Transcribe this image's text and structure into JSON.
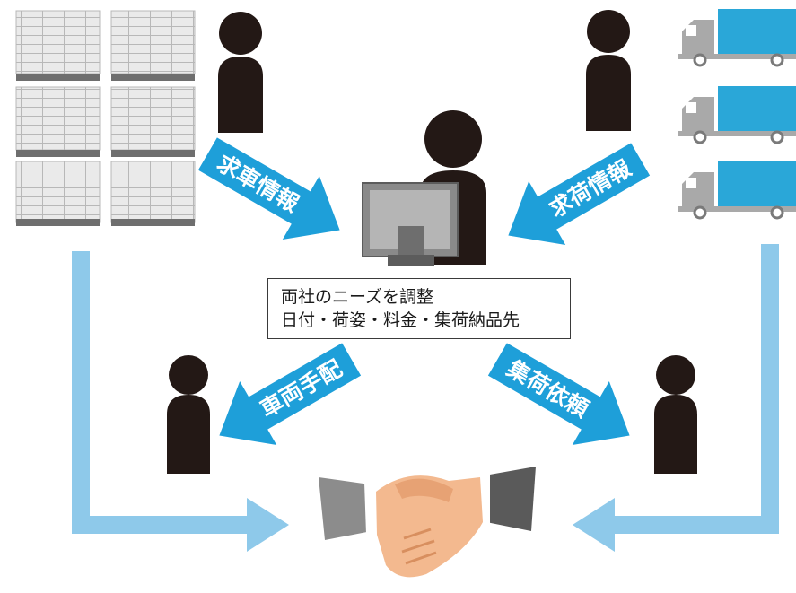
{
  "colors": {
    "arrow_fill": "#1e9fd9",
    "arrow_text": "#ffffff",
    "flow_line": "#8ec9ea",
    "person": "#231815",
    "truck_body": "#2aa7d8",
    "truck_cab": "#a9a9a9",
    "pallet": "#eaeaea"
  },
  "icons": {
    "warehouse": "warehouse-pallet-icon",
    "truck": "truck-icon",
    "person": "person-icon",
    "operator": "operator-at-computer-icon",
    "handshake": "handshake-icon"
  },
  "arrows": {
    "truck_request": "求車情報",
    "cargo_request": "求荷情報",
    "vehicle_arrangement": "車両手配",
    "pickup_request": "集荷依頼"
  },
  "caption": {
    "line1": "両社のニーズを調整",
    "line2": "日付・荷姿・料金・集荷納品先"
  }
}
